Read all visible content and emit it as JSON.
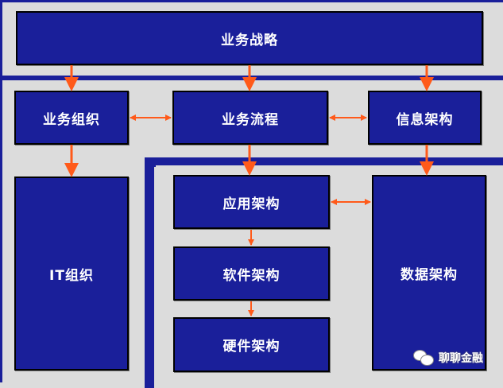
{
  "boxes": {
    "business_strategy": "业务战略",
    "business_org": "业务组织",
    "business_process": "业务流程",
    "info_arch": "信息架构",
    "it_org": "IT组织",
    "app_arch": "应用架构",
    "software_arch": "软件架构",
    "hardware_arch": "硬件架构",
    "data_arch": "数据架构"
  },
  "watermark": {
    "label": "聊聊金融",
    "icon": "wechat-icon"
  },
  "colors": {
    "box": "#1a1f9a",
    "arrow": "#ff5a1a",
    "background": "#dcdcdc"
  }
}
